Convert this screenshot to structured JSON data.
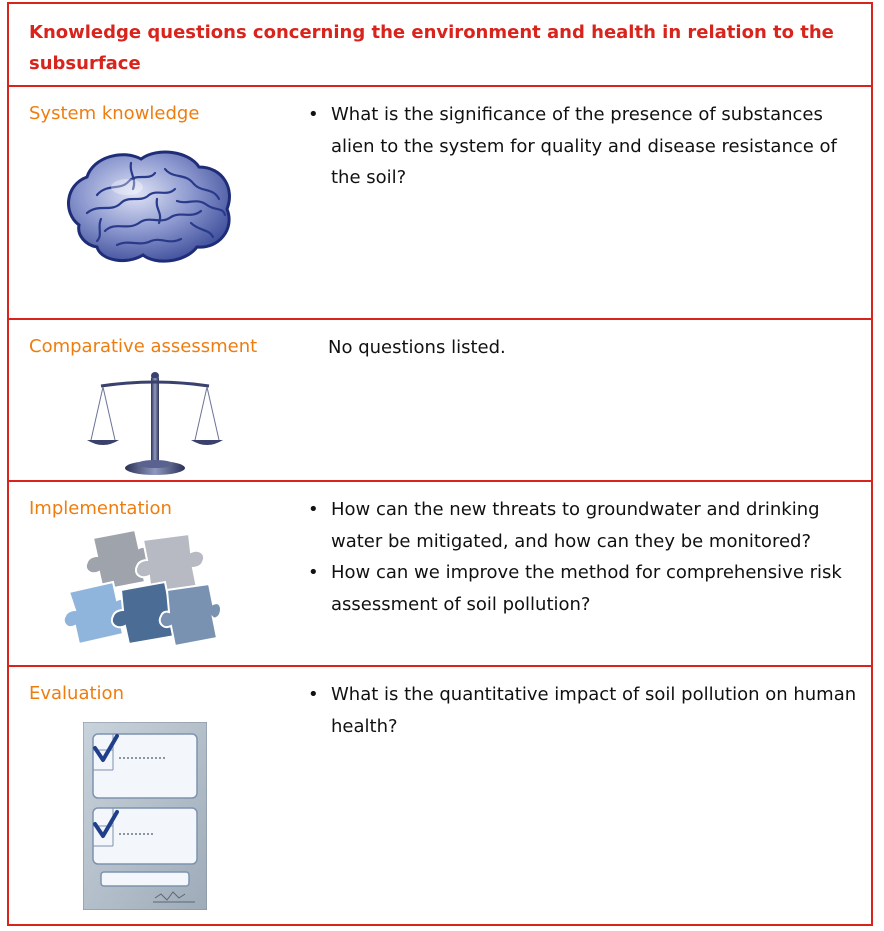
{
  "header": {
    "title": "Knowledge questions concerning the environment and health in relation to the subsurface"
  },
  "rows": [
    {
      "label": "System knowledge",
      "icon": "brain-icon",
      "questions": [
        "What is the significance of the presence of substances alien to the system for quality and disease resistance of the soil?"
      ]
    },
    {
      "label": "Comparative assessment",
      "icon": "scales-icon",
      "note": "No questions listed."
    },
    {
      "label": "Implementation",
      "icon": "puzzle-icon",
      "questions": [
        "How can the new threats to groundwater and drinking water be mitigated, and how can they be monitored?",
        "How can we improve the method for comprehensive risk assessment of soil pollution?"
      ]
    },
    {
      "label": "Evaluation",
      "icon": "checklist-icon",
      "questions": [
        "What is the quantitative impact of soil pollution on human health?"
      ]
    }
  ],
  "colors": {
    "border": "#d8241c",
    "title": "#d8241c",
    "label": "#ee7d0f",
    "text": "#111111"
  }
}
